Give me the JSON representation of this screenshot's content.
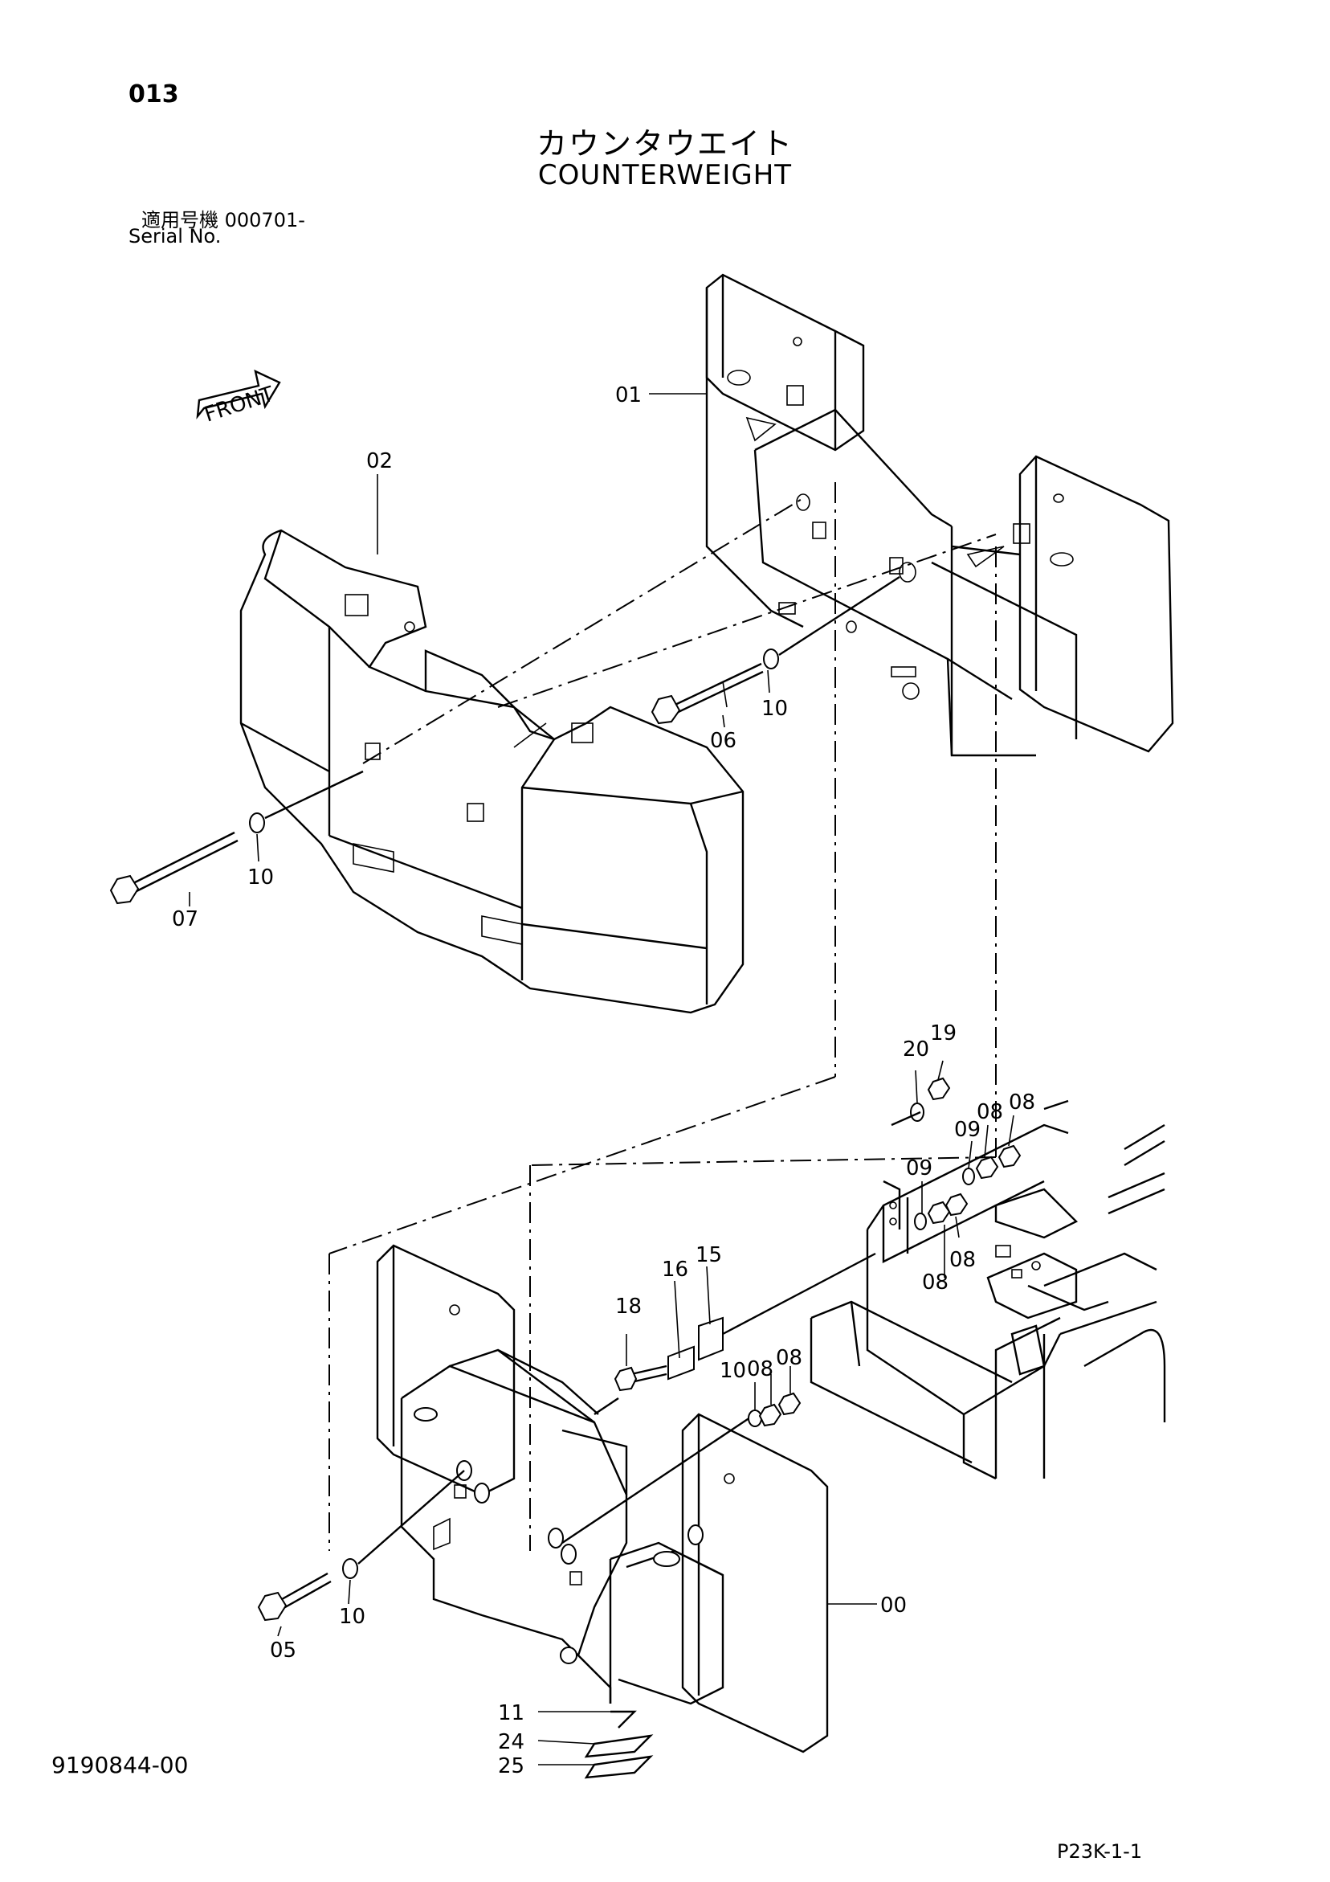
{
  "header": {
    "page_no": "013",
    "title_jp": "カウンタウエイト",
    "title_en": "COUNTERWEIGHT",
    "serial_jp": "適用号機  000701-",
    "serial_en": "Serial No."
  },
  "front_arrow": {
    "label": "FRONT"
  },
  "callouts": {
    "c00": "00",
    "c01": "01",
    "c02": "02",
    "c05": "05",
    "c06": "06",
    "c07": "07",
    "c08a": "08",
    "c08b": "08",
    "c08c": "08",
    "c08d": "08",
    "c08e": "08",
    "c08f": "08",
    "c09a": "09",
    "c09b": "09",
    "c10a": "10",
    "c10b": "10",
    "c10c": "10",
    "c10d": "10",
    "c11": "11",
    "c15": "15",
    "c16": "16",
    "c18": "18",
    "c19": "19",
    "c20": "20",
    "c24": "24",
    "c25": "25"
  },
  "footer": {
    "doc_no": "9190844-00",
    "ref_code": "P23K-1-1"
  }
}
